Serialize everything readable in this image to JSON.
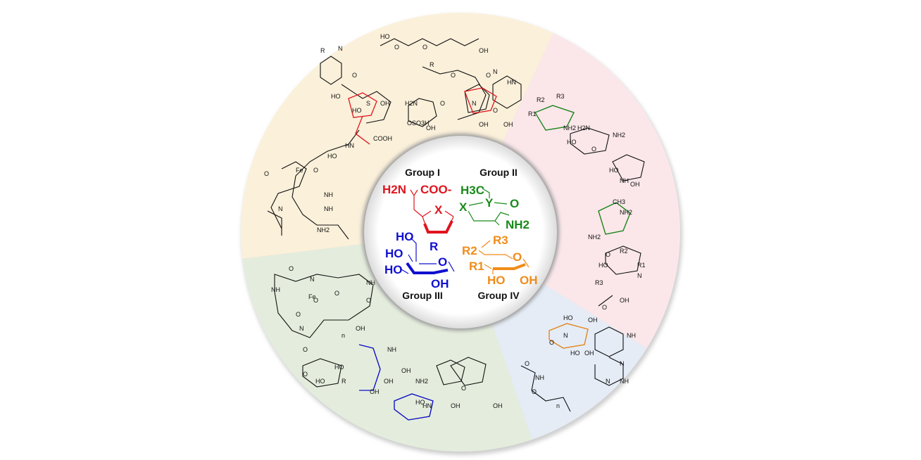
{
  "colors": {
    "sector_tan": "#fbf0da",
    "sector_pink": "#fbe7ea",
    "sector_blue": "#e5ecf6",
    "sector_green": "#e4eddd",
    "group1": "#e0141e",
    "group2": "#1a8a1a",
    "group3": "#1010d0",
    "group4": "#f08c1a"
  },
  "groups": [
    {
      "label": "Group I",
      "atoms": [
        "H2N",
        "COO-",
        "X"
      ]
    },
    {
      "label": "Group II",
      "atoms": [
        "H3C",
        "X",
        "Y",
        "O",
        "NH2"
      ]
    },
    {
      "label": "Group III",
      "atoms": [
        "HO",
        "HO",
        "HO",
        "R",
        "O",
        "OH"
      ]
    },
    {
      "label": "Group IV",
      "atoms": [
        "R3",
        "R2",
        "R1",
        "O",
        "HO",
        "OH"
      ]
    }
  ],
  "ring_labels": {
    "tan": [
      "R",
      "N",
      "O",
      "S",
      "HO",
      "HO",
      "OH",
      "HN",
      "COOH",
      "HO",
      "Fe",
      "O",
      "NH",
      "NH",
      "NH2",
      "N",
      "O"
    ],
    "top": [
      "HO",
      "O",
      "O",
      "R",
      "O",
      "OH",
      "O",
      "N",
      "H2N",
      "O",
      "OH",
      "OSO3H",
      "HN",
      "O",
      "N",
      "OH",
      "OH"
    ],
    "pink": [
      "R2",
      "R3",
      "R1",
      "NH2",
      "H2N",
      "NH2",
      "HO",
      "O",
      "HO",
      "NH",
      "OH",
      "CH3",
      "NH2",
      "NH2",
      "O",
      "HO",
      "R2",
      "R3",
      "R1",
      "N",
      "OH",
      "O"
    ],
    "blue": [
      "HO",
      "OH",
      "N",
      "O",
      "HO",
      "OH",
      "NH",
      "O",
      "NH",
      "O",
      "n",
      "N",
      "N",
      "NH"
    ],
    "green": [
      "O",
      "NH",
      "N",
      "O",
      "Fe",
      "O",
      "O",
      "N",
      "O",
      "NH",
      "OH",
      "n",
      "O",
      "O",
      "HO",
      "HO",
      "R",
      "OH",
      "NH",
      "OH",
      "OH",
      "NH2",
      "HO",
      "OH",
      "HN",
      "O",
      "OH"
    ]
  }
}
